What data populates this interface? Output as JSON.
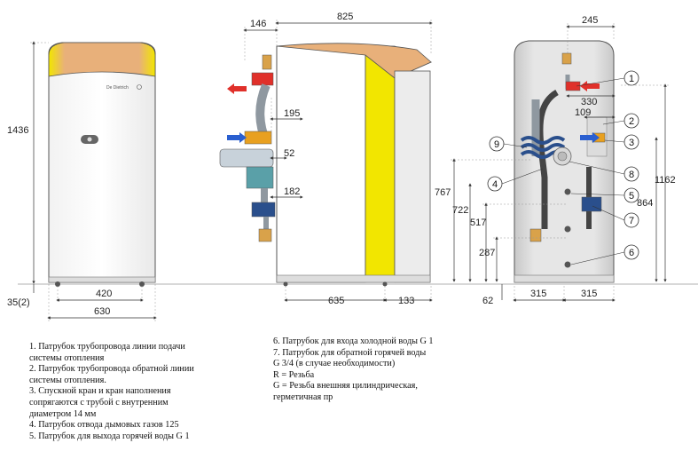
{
  "brand": "De Dietrich",
  "dimensions": {
    "height_left": "1436",
    "base_left": "35(2)",
    "feet_spacing": "420",
    "width_front": "630",
    "depth_top": "825",
    "offset_top": "146",
    "pipe_195": "195",
    "pipe_52": "52",
    "pipe_182": "182",
    "depth_bottom": "635",
    "rear_133": "133",
    "rear_245": "245",
    "rear_330": "330",
    "rear_109": "109",
    "h_767": "767",
    "h_722": "722",
    "h_517": "517",
    "h_287": "287",
    "h_62": "62",
    "h_1162": "1162",
    "h_864": "864",
    "rear_315_left": "315",
    "rear_315_right": "315"
  },
  "callouts": [
    "1",
    "2",
    "3",
    "4",
    "5",
    "6",
    "7",
    "8",
    "9"
  ],
  "legend_left": [
    "1. Патрубок трубопровода линии подачи",
    "системы отопления",
    "2. Патрубок трубопровода обратной линии",
    "системы отопления.",
    "3. Спускной кран и кран наполнения",
    "сопрягаются с трубой с внутренним",
    "диаметром 14 мм",
    "4. Патрубок отвода дымовых газов 125",
    "5. Патрубок для выхода горячей воды G 1"
  ],
  "legend_right": [
    "6. Патрубок для входа холодной воды G 1",
    "7. Патрубок для обратной горячей воды",
    "G 3/4 (в случае необходимости)",
    "R = Резьба",
    "G = Резьба внешняя цилиндрическая,",
    "герметичная пр"
  ],
  "colors": {
    "yellow_panel": "#f2e600",
    "top_cap": "#e8b07a",
    "red_arrow": "#e0302a",
    "blue_arrow": "#2a5fd0",
    "pipe_gray": "#8f98a0",
    "coil_blue": "#2a4f8c"
  }
}
